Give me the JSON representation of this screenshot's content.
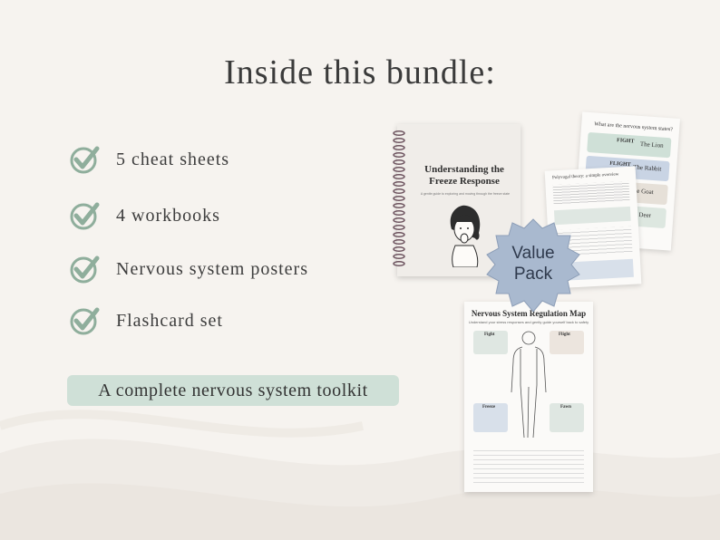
{
  "title": "Inside this bundle:",
  "features": [
    {
      "label": "5 cheat sheets",
      "icon": "check-circle-icon"
    },
    {
      "label": "4 workbooks",
      "icon": "check-circle-icon"
    },
    {
      "label": "Nervous system posters",
      "icon": "check-circle-icon"
    },
    {
      "label": "Flashcard set",
      "icon": "check-circle-icon"
    }
  ],
  "tagline": "A complete nervous system toolkit",
  "badge": {
    "line1": "Value",
    "line2": "Pack"
  },
  "notebook": {
    "title": "Understanding the Freeze Response",
    "subtitle": "A gentle guide to exploring and moving through the freeze state"
  },
  "cheat_sheet": {
    "title": "What are the nervous system states?",
    "states": [
      "FIGHT",
      "The Lion",
      "FLIGHT",
      "The Rabbit",
      "e Goat",
      "Deer"
    ]
  },
  "polyvagal_sheet": {
    "title": "Polyvagal theory: a simple overview"
  },
  "poster": {
    "title": "Nervous System Regulation Map",
    "subtitle": "Understand your stress responses and gently guide yourself back to safety",
    "labels": [
      "Fight",
      "Flight",
      "Freeze",
      "Fawn"
    ]
  },
  "colors": {
    "background": "#f6f3ef",
    "check": "#8fae9c",
    "pill": "#cfe0d7",
    "badge": "#a9b9cf"
  }
}
